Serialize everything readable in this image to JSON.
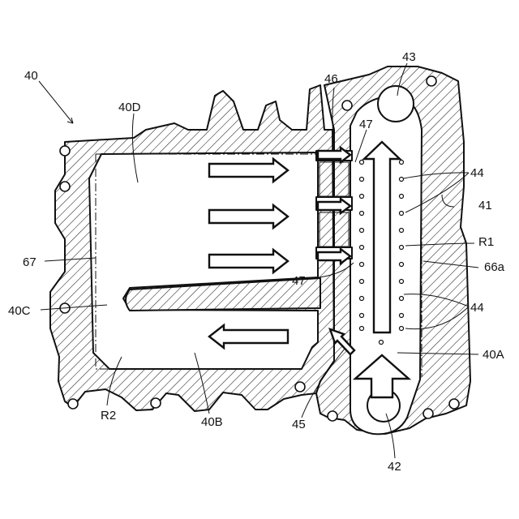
{
  "labels": {
    "l40": "40",
    "l40d": "40D",
    "l46": "46",
    "l43": "43",
    "l47a": "47",
    "l44a": "44",
    "l41": "41",
    "lr1": "R1",
    "l66a": "66a",
    "l67": "67",
    "l47b": "47",
    "l40c": "40C",
    "l44b": "44",
    "l40a": "40A",
    "lr2": "R2",
    "l40b": "40B",
    "l45": "45",
    "l42": "42"
  }
}
